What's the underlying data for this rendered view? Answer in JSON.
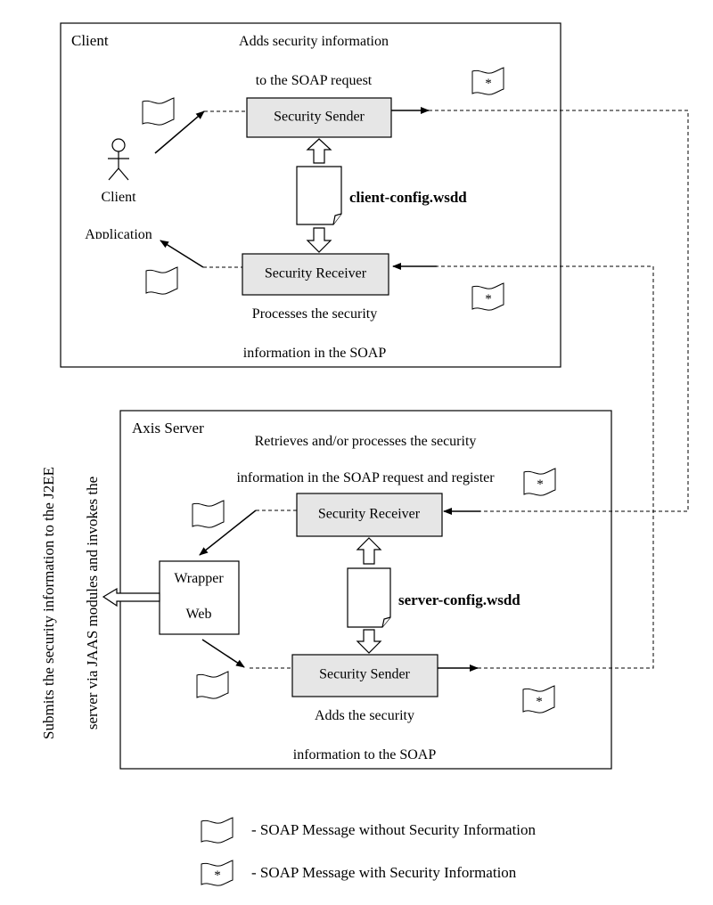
{
  "client": {
    "title": "Client",
    "adds_line1": "Adds security information",
    "adds_line2": "to the SOAP request",
    "sender_label": "Security Sender",
    "receiver_label": "Security Receiver",
    "config_file": "client-config.wsdd",
    "actor_line1": "Client",
    "actor_line2": "Application",
    "processes_line1": "Processes the security",
    "processes_line2": "information in the SOAP"
  },
  "server": {
    "title": "Axis Server",
    "retrieves_line1": "Retrieves and/or processes the security",
    "retrieves_line2": "information in the SOAP request and register",
    "receiver_label": "Security Receiver",
    "sender_label": "Security Sender",
    "config_file": "server-config.wsdd",
    "wrapper_line1": "Wrapper",
    "wrapper_line2": "Web",
    "adds_line1": "Adds the security",
    "adds_line2": "information to the SOAP"
  },
  "side_text": {
    "line1": "Submits the security information to the J2EE",
    "line2": "server via JAAS modules and invokes the"
  },
  "legend": {
    "plain": "- SOAP Message without Security Information",
    "secure": "- SOAP Message with Security Information"
  },
  "glyphs": {
    "security_mark": "*"
  }
}
